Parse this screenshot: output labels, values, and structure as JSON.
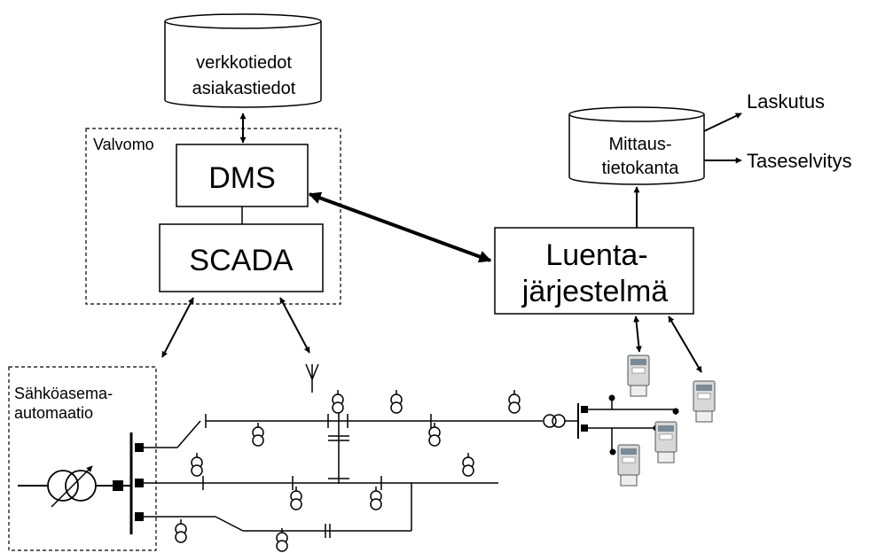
{
  "databases": {
    "network": {
      "line1": "verkkotiedot",
      "line2": "asiakastiedot"
    },
    "metering": {
      "line1": "Mittaus-",
      "line2": "tietokanta"
    }
  },
  "control_room": {
    "label": "Valvomo",
    "dms": "DMS",
    "scada": "SCADA"
  },
  "reading_system": {
    "line1": "Luenta-",
    "line2": "järjestelmä"
  },
  "outputs": {
    "billing": "Laskutus",
    "settlement": "Taseselvitys"
  },
  "substation": {
    "line1": "Sähköasema-",
    "line2": "automaatio"
  },
  "colors": {
    "line": "#000000",
    "background": "#ffffff",
    "meter_body": "#d8d8d8",
    "meter_display": "#7a8a96"
  },
  "icons": [
    "database-cylinder",
    "antenna-icon",
    "transformer-icon",
    "regulating-transformer-icon",
    "energy-meter-icon",
    "current-transformer-icon"
  ]
}
